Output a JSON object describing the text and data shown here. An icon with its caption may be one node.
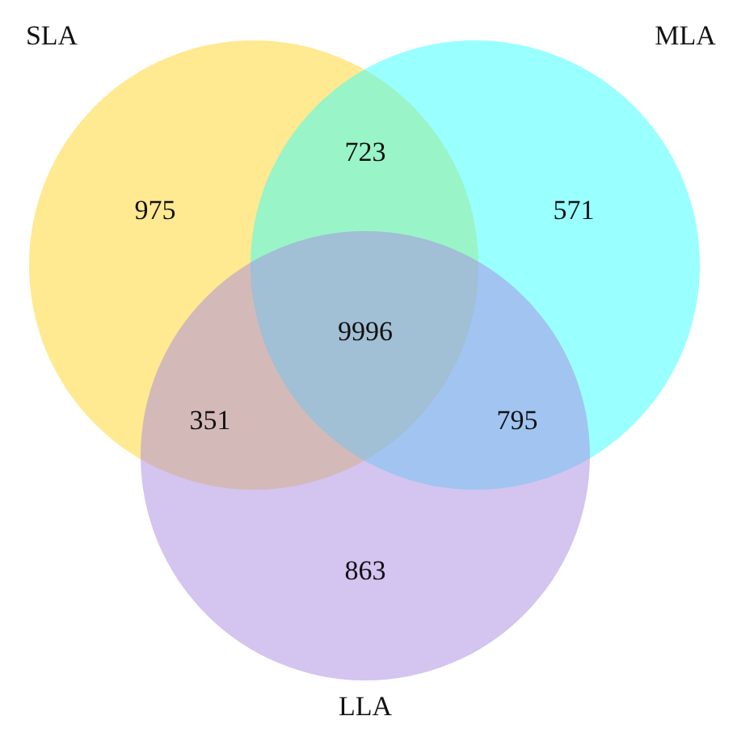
{
  "diagram": {
    "nodes": [
      {
        "text": [
          "SLA"
        ]
      },
      {
        "text": [
          "MLA"
        ]
      },
      {
        "text": [
          "LLA"
        ]
      }
    ],
    "labels": [
      "975",
      "723",
      "571",
      "9996",
      "351",
      "795",
      "863"
    ]
  }
}
